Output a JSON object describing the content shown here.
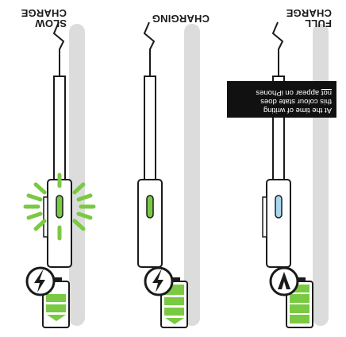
{
  "panels": [
    {
      "id": "slow",
      "title": "SLOW\nCHARGE",
      "led_color": "#7ac943",
      "led_state": "blinking",
      "battery_level": "partial"
    },
    {
      "id": "charging",
      "title": "CHARGING",
      "led_color": "#7ac943",
      "led_state": "steady",
      "battery_level": "partial"
    },
    {
      "id": "full",
      "title": "FULL\nCHARGE",
      "led_color": "#a8d8f0",
      "led_state": "steady-gradient",
      "battery_level": "full"
    }
  ],
  "note": {
    "line1": "At the time of writing",
    "line2": "this colour state does",
    "line3_underlined": "not",
    "line3_rest": " appear on iPhones"
  },
  "colors": {
    "green": "#7ac943",
    "grey": "#dcdcdc",
    "outline": "#1a1a1a"
  },
  "icons": [
    "lightning-bolt-icon",
    "lightning-arrow-icon",
    "battery-icon",
    "cable-icon"
  ]
}
